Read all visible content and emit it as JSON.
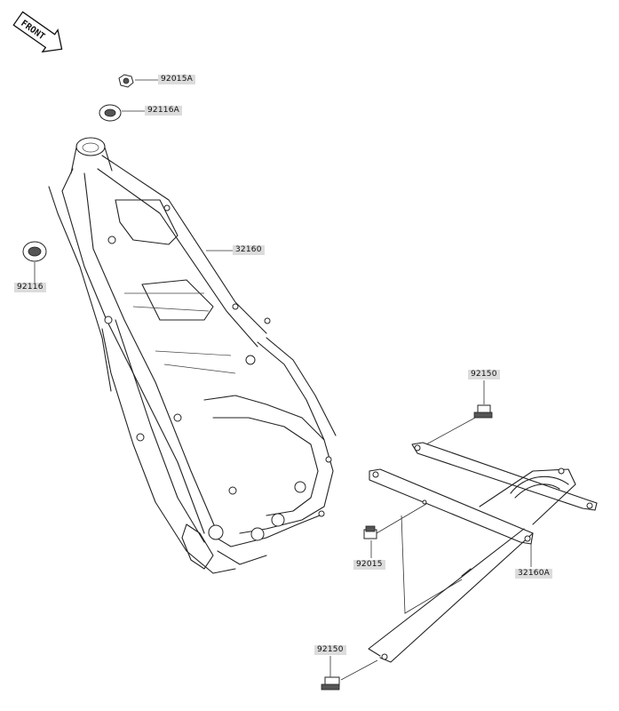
{
  "front_badge": {
    "text": "FRONT",
    "icon": "front-arrow-icon"
  },
  "parts": {
    "p92015A": "92015A",
    "p92116A": "92116A",
    "p32160": "32160",
    "p92116": "92116",
    "p92150_top": "92150",
    "p92015": "92015",
    "p32160A": "32160A",
    "p92150_bottom": "92150"
  }
}
